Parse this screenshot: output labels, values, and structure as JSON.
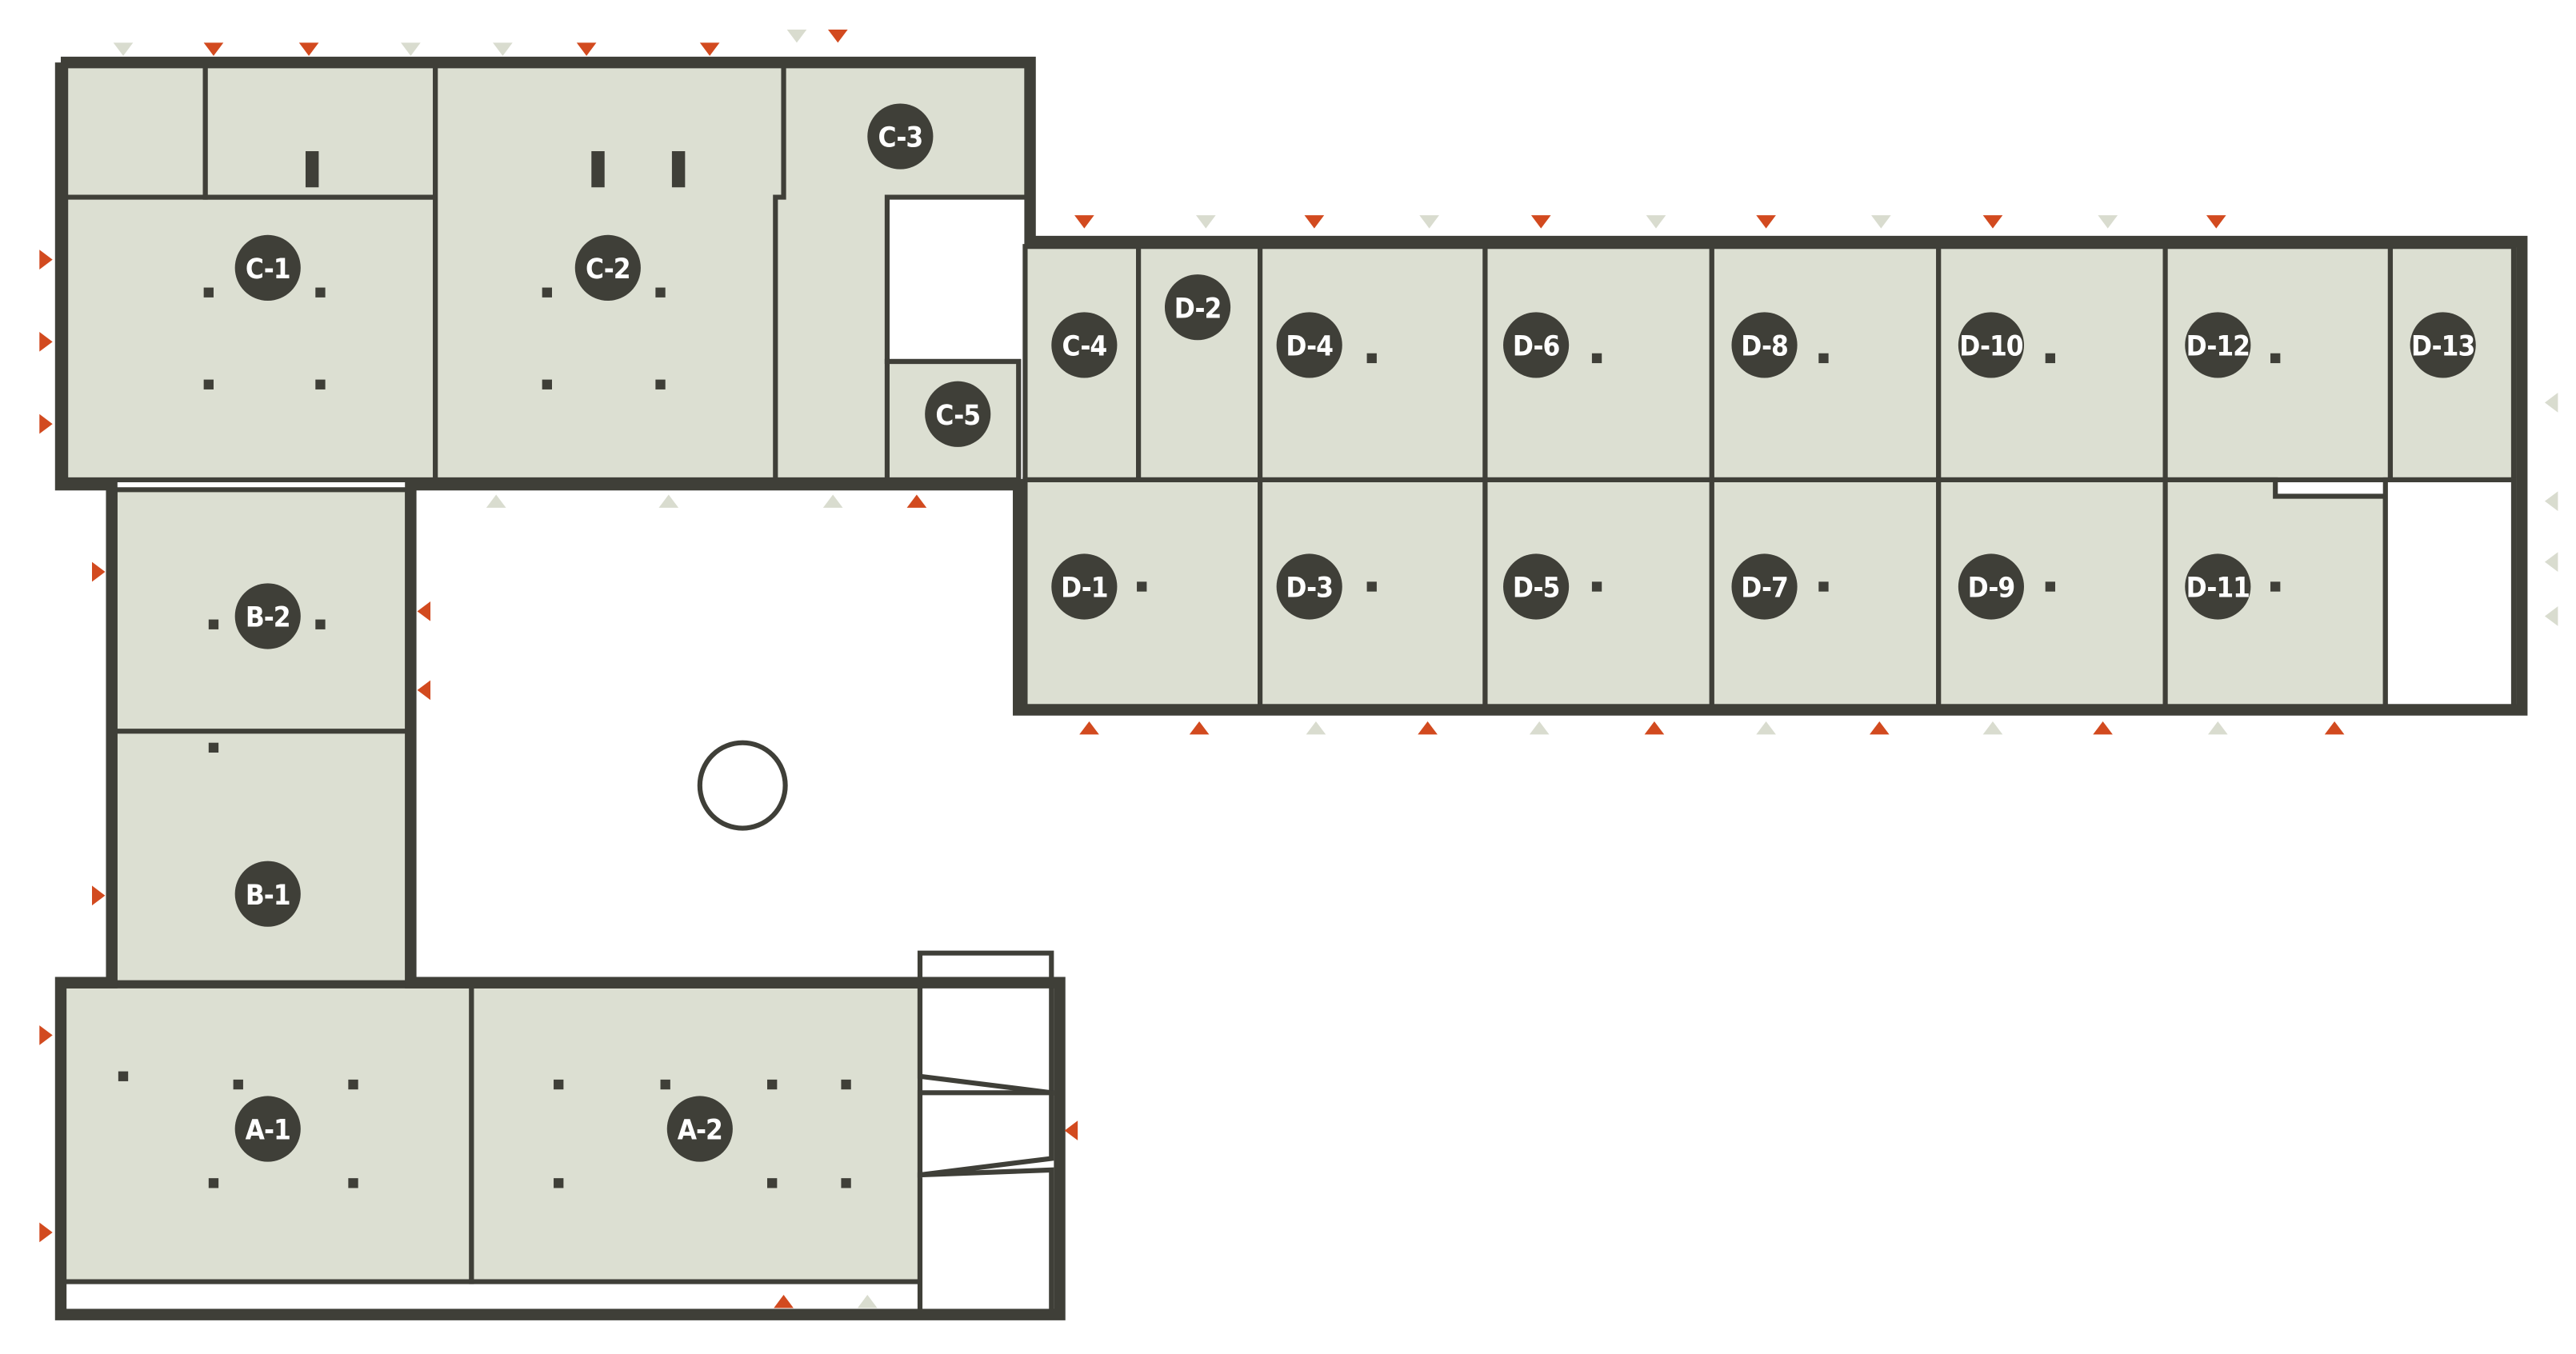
{
  "plan": {
    "units": {
      "C-1": "C-1",
      "C-2": "C-2",
      "C-3": "C-3",
      "C-4": "C-4",
      "C-5": "C-5",
      "B-1": "B-1",
      "B-2": "B-2",
      "A-1": "A-1",
      "A-2": "A-2",
      "D-1": "D-1",
      "D-2": "D-2",
      "D-3": "D-3",
      "D-4": "D-4",
      "D-5": "D-5",
      "D-6": "D-6",
      "D-7": "D-7",
      "D-8": "D-8",
      "D-9": "D-9",
      "D-10": "D-10",
      "D-11": "D-11",
      "D-12": "D-12",
      "D-13": "D-13"
    },
    "colors": {
      "floor": "#dcdfd2",
      "wall": "#3f3f38",
      "entrance_marker": "#d24a1f",
      "window_marker": "#d9dccf"
    }
  }
}
